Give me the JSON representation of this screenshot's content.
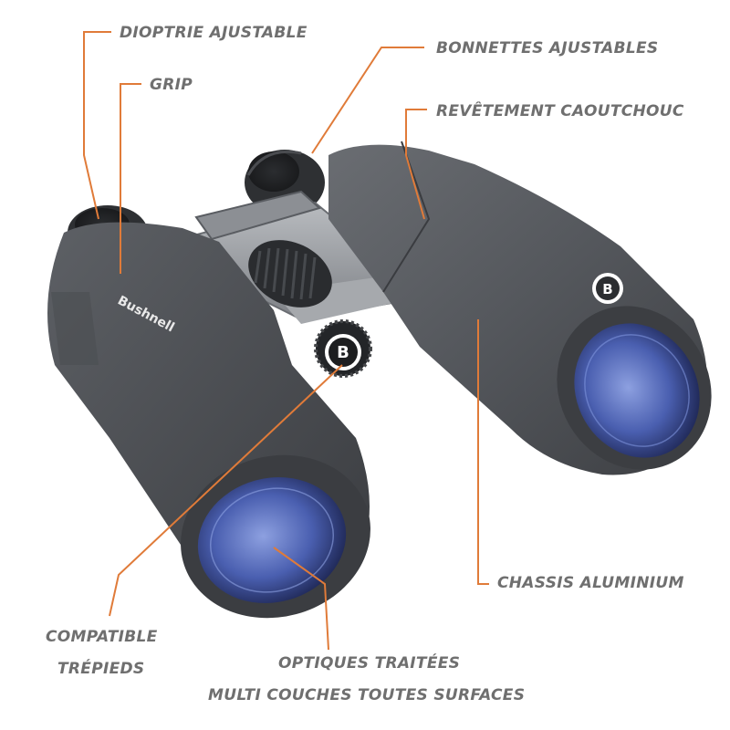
{
  "brand_text": "Bushnell",
  "logo_letter": "B",
  "accent_color": "#e07b39",
  "label_color": "#6f6f6f",
  "labels": {
    "dioptrie": "DIOPTRIE AJUSTABLE",
    "grip": "GRIP",
    "bonnettes": "BONNETTES AJUSTABLES",
    "revetement": "REVÊTEMENT CAOUTCHOUC",
    "chassis": "CHASSIS ALUMINIUM",
    "compatible_1": "COMPATIBLE",
    "compatible_2": "TRÉPIEDS",
    "optiques_1": "OPTIQUES TRAITÉES",
    "optiques_2": "MULTI COUCHES TOUTES SURFACES"
  }
}
